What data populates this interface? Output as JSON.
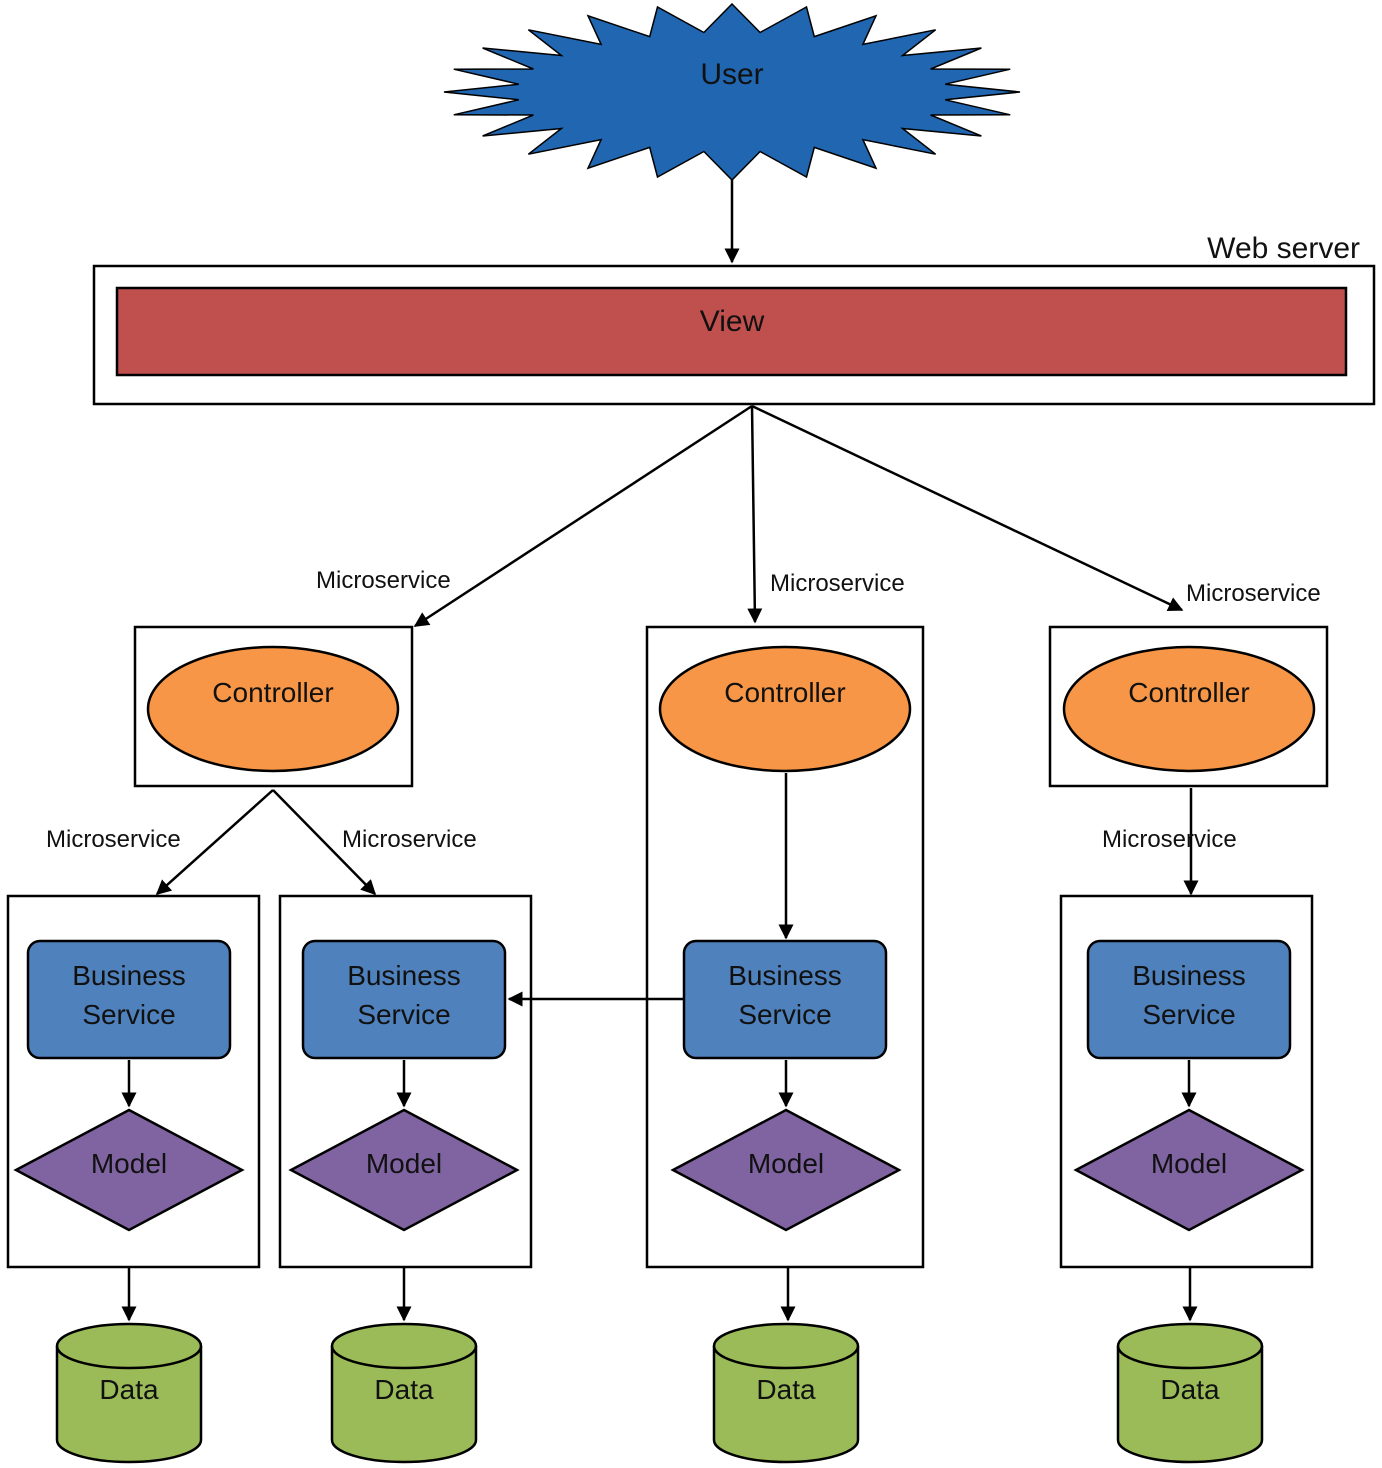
{
  "user": {
    "label": "User"
  },
  "web_server": {
    "label": "Web server",
    "view_label": "View"
  },
  "microservice_label": "Microservice",
  "controller_label": "Controller",
  "business_service": {
    "line1": "Business",
    "line2": "Service"
  },
  "model_label": "Model",
  "data_label": "Data",
  "colors": {
    "user": "#2066b0",
    "view": "#c0504d",
    "controller": "#f79646",
    "business": "#4f81bd",
    "model": "#8064a2",
    "data": "#9bbb59"
  }
}
